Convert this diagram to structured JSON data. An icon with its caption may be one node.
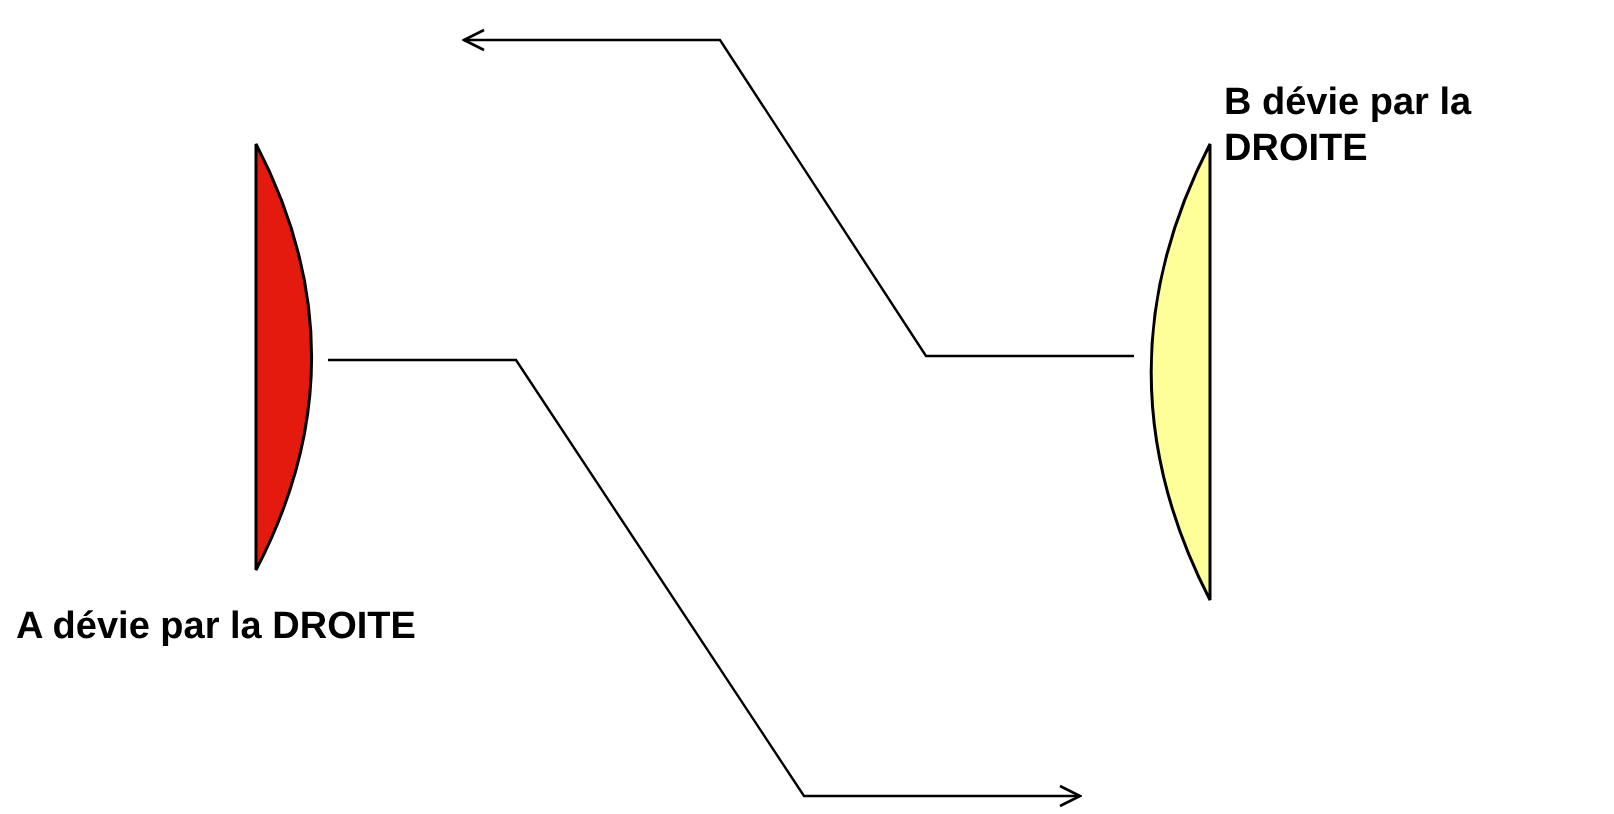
{
  "diagram": {
    "nodes": [
      {
        "text": [],
        "shape": "lens",
        "beside": [
          "A dévie par la DROITE"
        ]
      },
      {
        "text": [],
        "shape": "lens",
        "beside": [
          "B dévie par la DROITE"
        ]
      }
    ],
    "edges": [
      {
        "from": 0,
        "to": null,
        "arrow": "to"
      },
      {
        "from": 1,
        "to": null,
        "arrow": "to"
      }
    ]
  }
}
